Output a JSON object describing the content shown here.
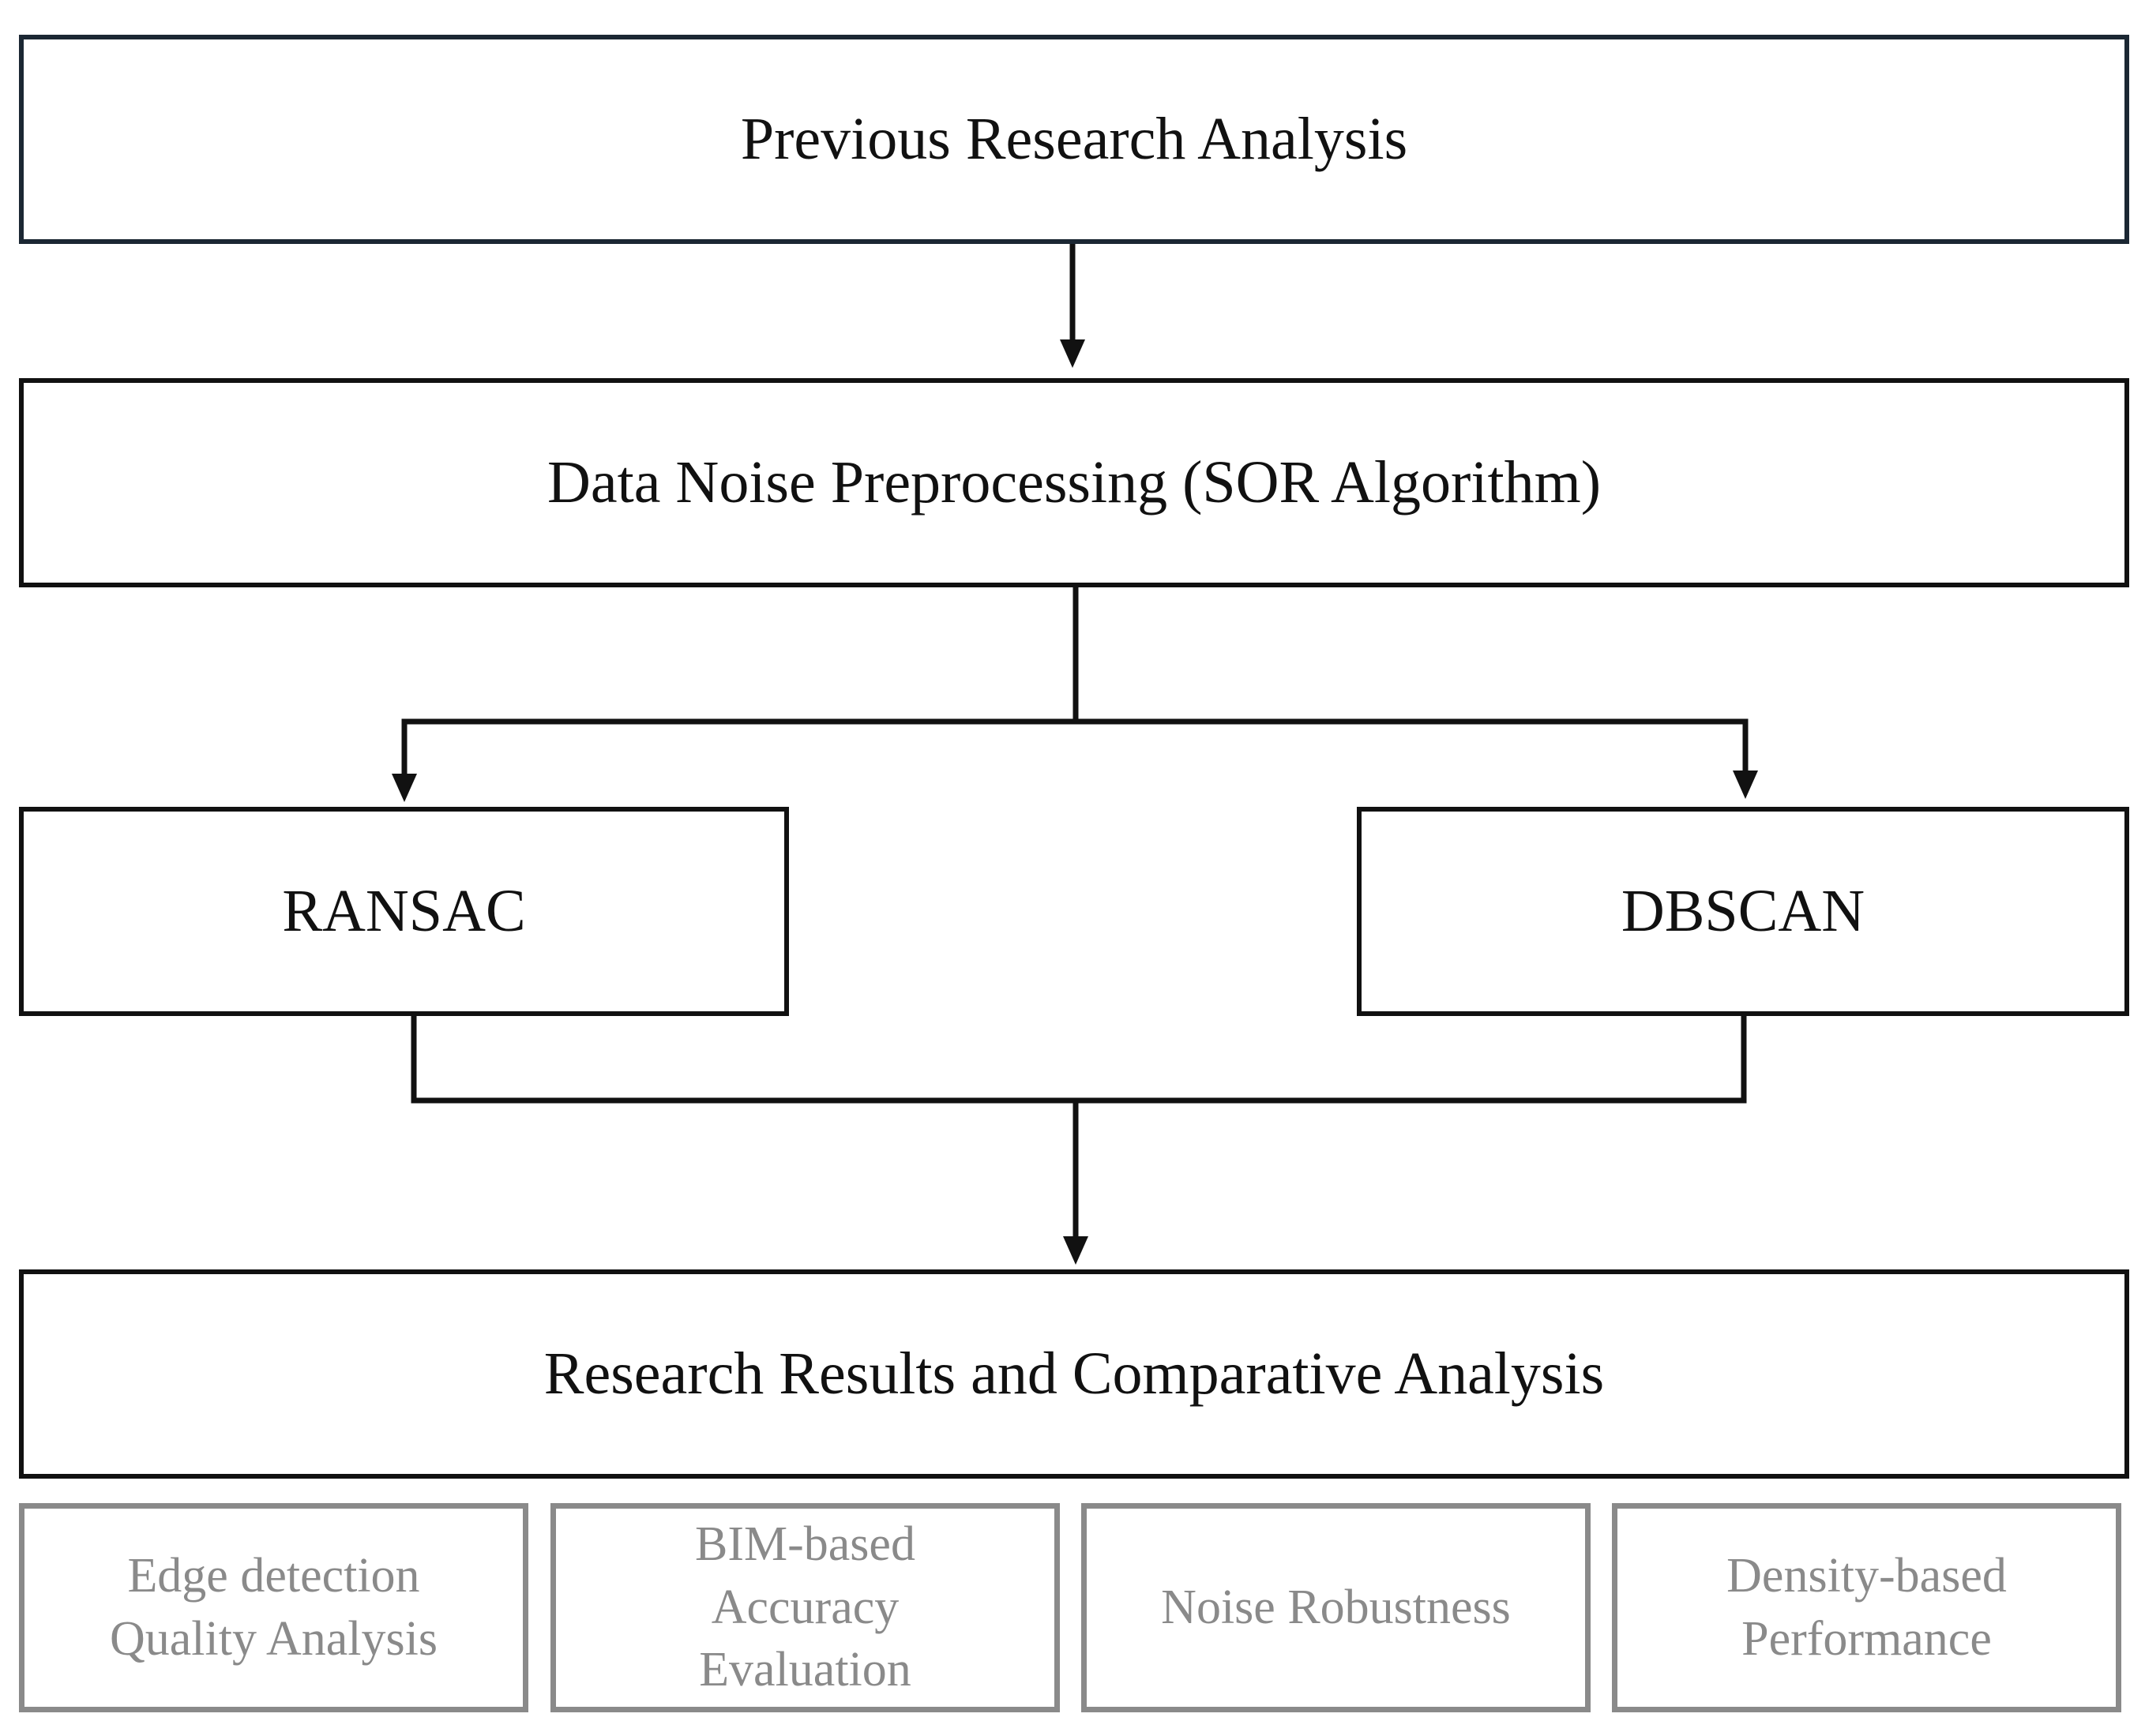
{
  "boxes": {
    "previous_research": "Previous Research Analysis",
    "preprocessing": "Data Noise Preprocessing (SOR Algorithm)",
    "ransac": "RANSAC",
    "dbscan": "DBSCAN",
    "results": "Research Results and Comparative Analysis"
  },
  "evaluation_criteria": [
    "Edge detection\nQuality Analysis",
    "BIM-based\nAccuracy\nEvaluation",
    "Noise Robustness",
    "Density-based\nPerformance"
  ],
  "colors": {
    "main_border": "#111111",
    "criteria_border": "#8a8a8a",
    "criteria_text": "#8a8a8a"
  }
}
